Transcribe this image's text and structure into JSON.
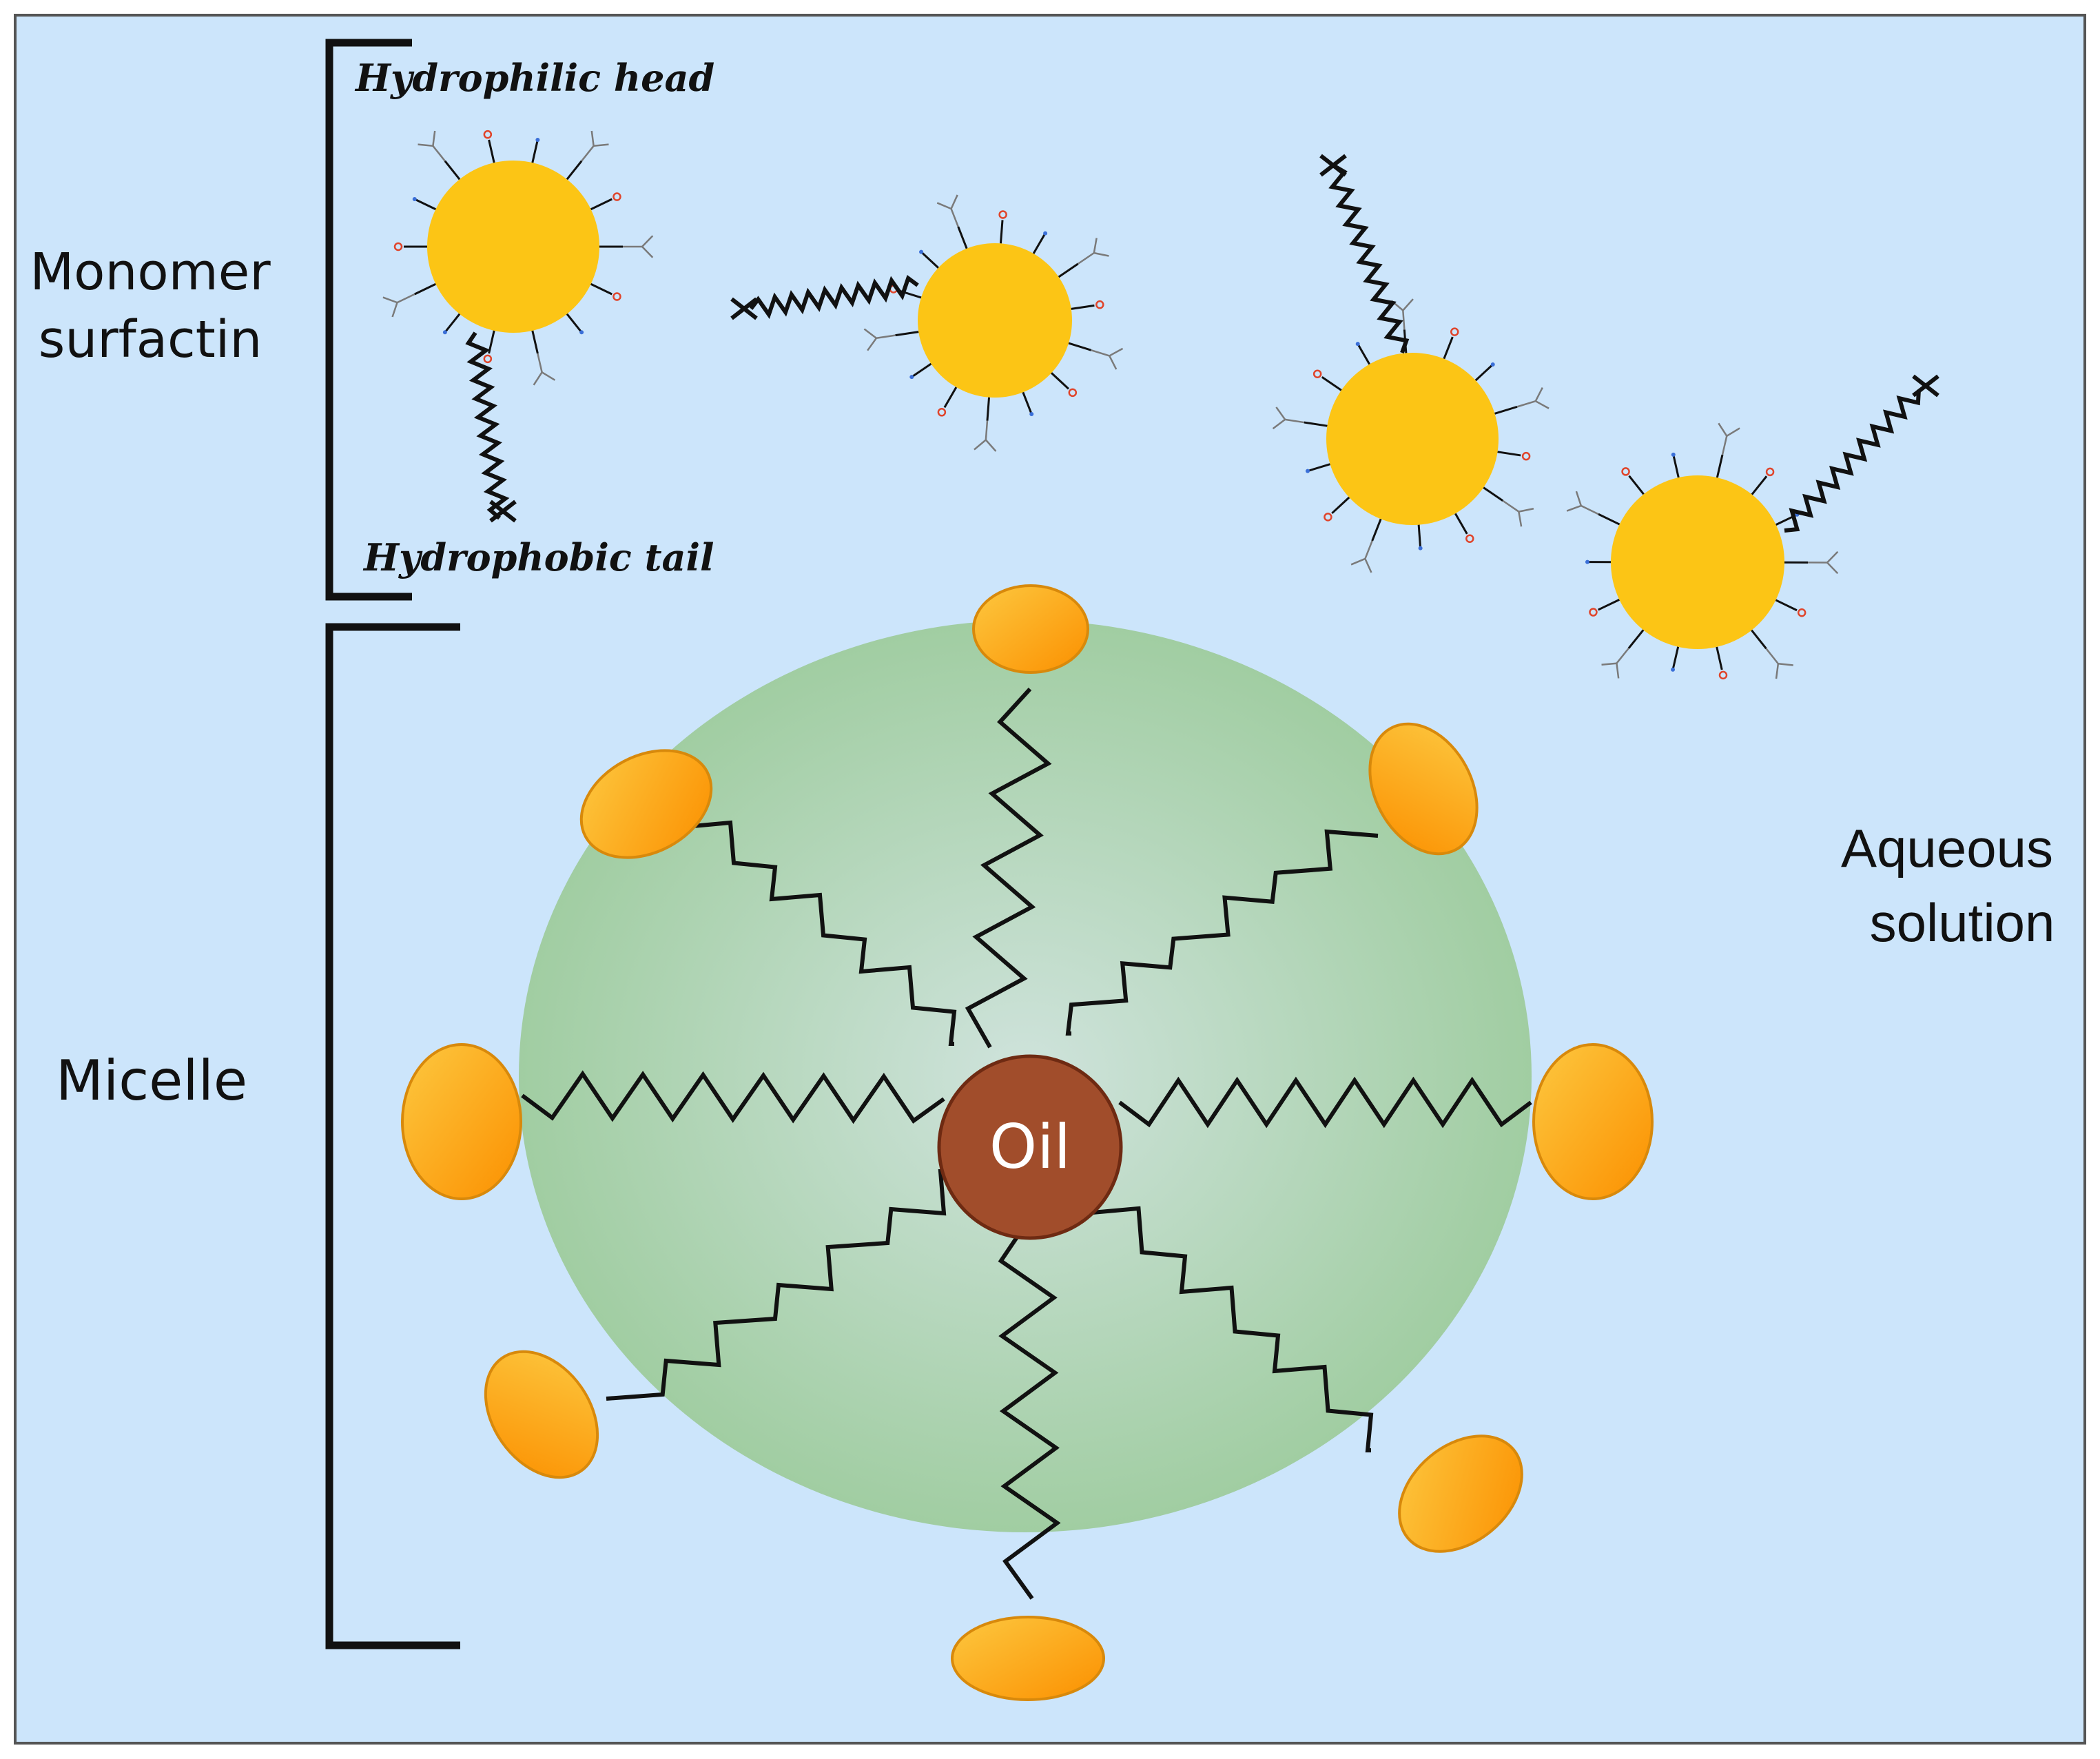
{
  "labels": {
    "monomer_line1": "Monomer",
    "monomer_line2": "surfactin",
    "hydrophilic_head": "Hydrophilic head",
    "hydrophobic_tail": "Hydrophobic tail",
    "micelle": "Micelle",
    "aqueous_line1": "Aqueous",
    "aqueous_line2": "solution",
    "oil": "Oil"
  },
  "colors": {
    "background": "#cce5fb",
    "frame": "#555555",
    "head_gold": "#fcc515",
    "micelle_green": "#a6d1a8",
    "oil_brown": "#a14d2b",
    "oil_border": "#6e2a12",
    "ellipse_orange_light": "#fdc43a",
    "ellipse_orange_dark": "#fb9a05",
    "ellipse_border": "#d8890b",
    "chain": "#111111",
    "carbonyl_red": "#e0442a",
    "nitrogen_blue": "#3a6fd8",
    "substituent_gray": "#7a7a7a"
  }
}
